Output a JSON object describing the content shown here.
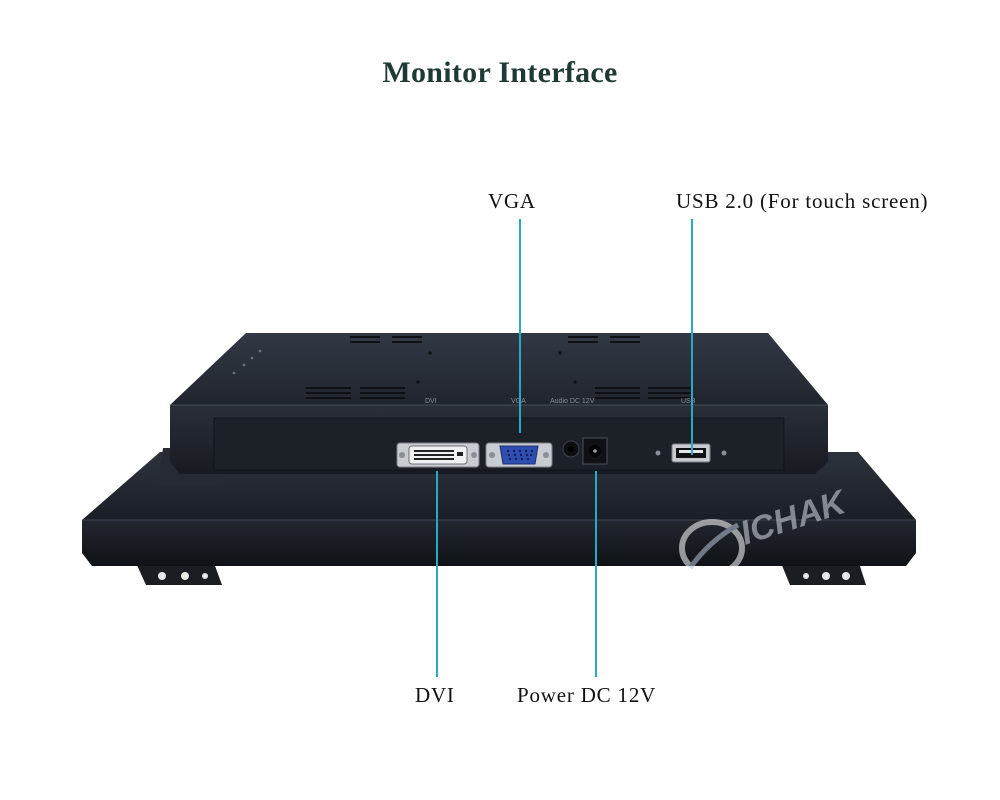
{
  "title": "Monitor Interface",
  "callouts": {
    "vga": "VGA",
    "usb": "USB 2.0 (For touch screen)",
    "dvi": "DVI",
    "power": "Power DC 12V"
  },
  "panel_labels": {
    "dvi": "DVI",
    "vga": "VGA",
    "audio_dc": "Audio DC 12V",
    "usb": "USB"
  },
  "watermark": {
    "text": "ICHAK"
  },
  "colors": {
    "title": "#1f3a34",
    "leader_line": "#29a9c6",
    "monitor_body": "#1b1f26",
    "vga_port": "#2f4fb0"
  }
}
